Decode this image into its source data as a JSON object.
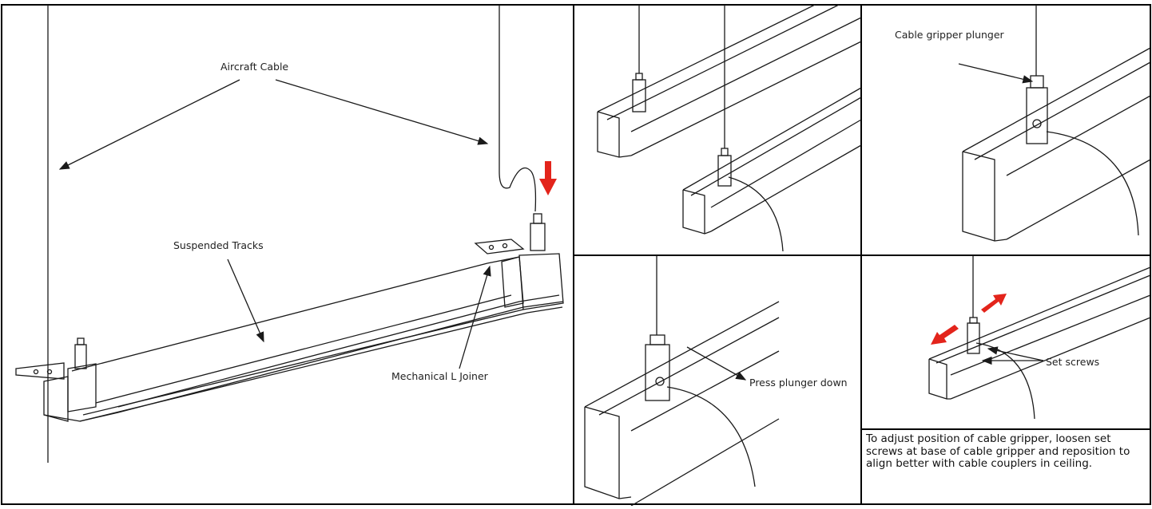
{
  "labels": {
    "aircraft_cable": "Aircraft Cable",
    "suspended_tracks": "Suspended Tracks",
    "mechanical_joiner": "Mechanical L Joiner",
    "cable_gripper_plunger": "Cable gripper plunger",
    "press_plunger_down": "Press plunger down",
    "set_screws": "Set screws"
  },
  "note": {
    "text": "To adjust position of cable gripper, loosen set screws at base of cable gripper and reposition to align better with cable couplers in ceiling."
  },
  "colors": {
    "arrow_red": "#e3241b",
    "stroke": "#1a1a1a",
    "border": "#000000"
  },
  "icons": {
    "press_arrow": "red-down-arrow-icon",
    "slide_arrows": "red-double-arrow-icon"
  }
}
